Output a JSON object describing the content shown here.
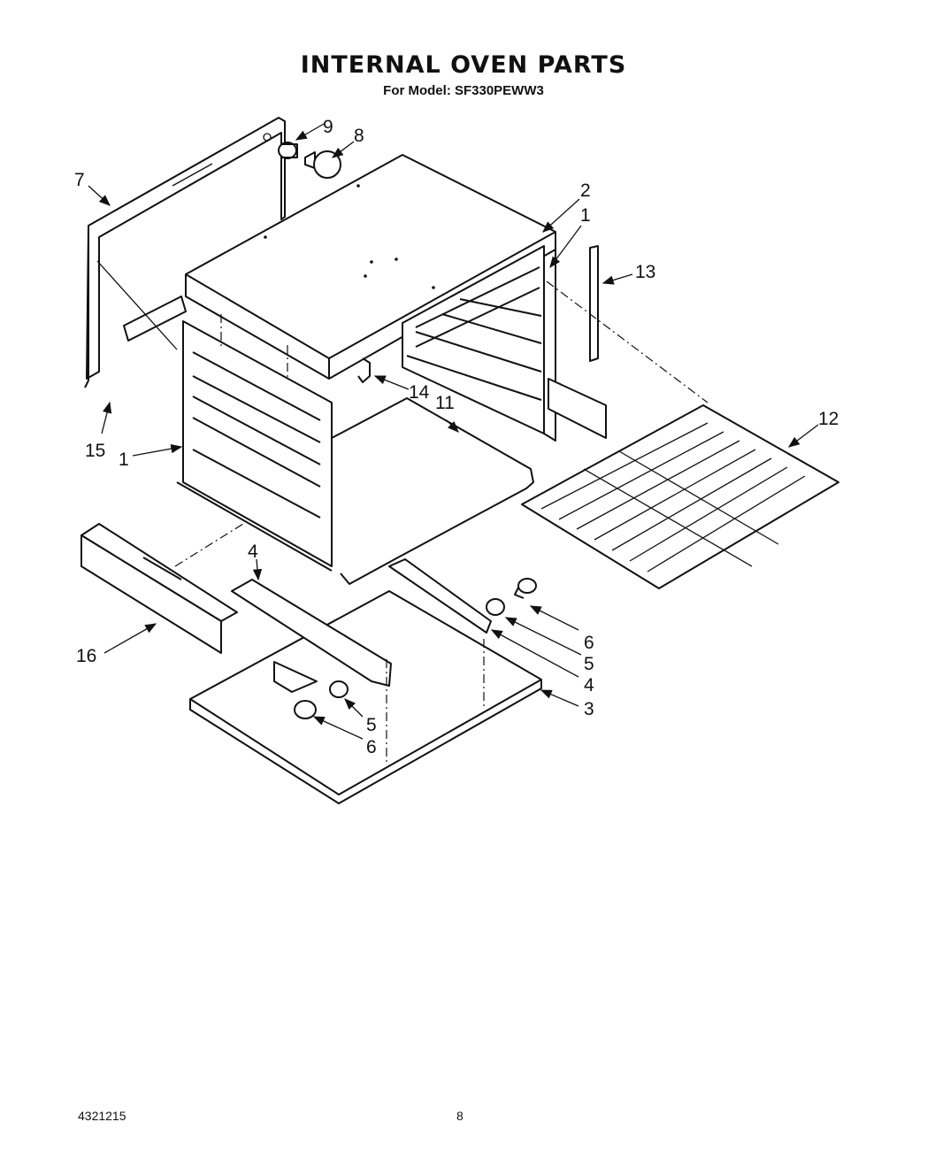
{
  "header": {
    "title": "INTERNAL OVEN PARTS",
    "model_line": "For Model: SF330PEWW3"
  },
  "footer": {
    "document_number": "4321215",
    "page_number": "8"
  },
  "callouts": [
    {
      "id": "c9",
      "label": "9"
    },
    {
      "id": "c8",
      "label": "8"
    },
    {
      "id": "c7",
      "label": "7"
    },
    {
      "id": "c2",
      "label": "2"
    },
    {
      "id": "c1a",
      "label": "1"
    },
    {
      "id": "c13",
      "label": "13"
    },
    {
      "id": "c14",
      "label": "14"
    },
    {
      "id": "c11",
      "label": "11"
    },
    {
      "id": "c12",
      "label": "12"
    },
    {
      "id": "c15",
      "label": "15"
    },
    {
      "id": "c1b",
      "label": "1"
    },
    {
      "id": "c4a",
      "label": "4"
    },
    {
      "id": "c16",
      "label": "16"
    },
    {
      "id": "c6a",
      "label": "6"
    },
    {
      "id": "c5a",
      "label": "5"
    },
    {
      "id": "c4b",
      "label": "4"
    },
    {
      "id": "c3",
      "label": "3"
    },
    {
      "id": "c5b",
      "label": "5"
    },
    {
      "id": "c6b",
      "label": "6"
    }
  ]
}
